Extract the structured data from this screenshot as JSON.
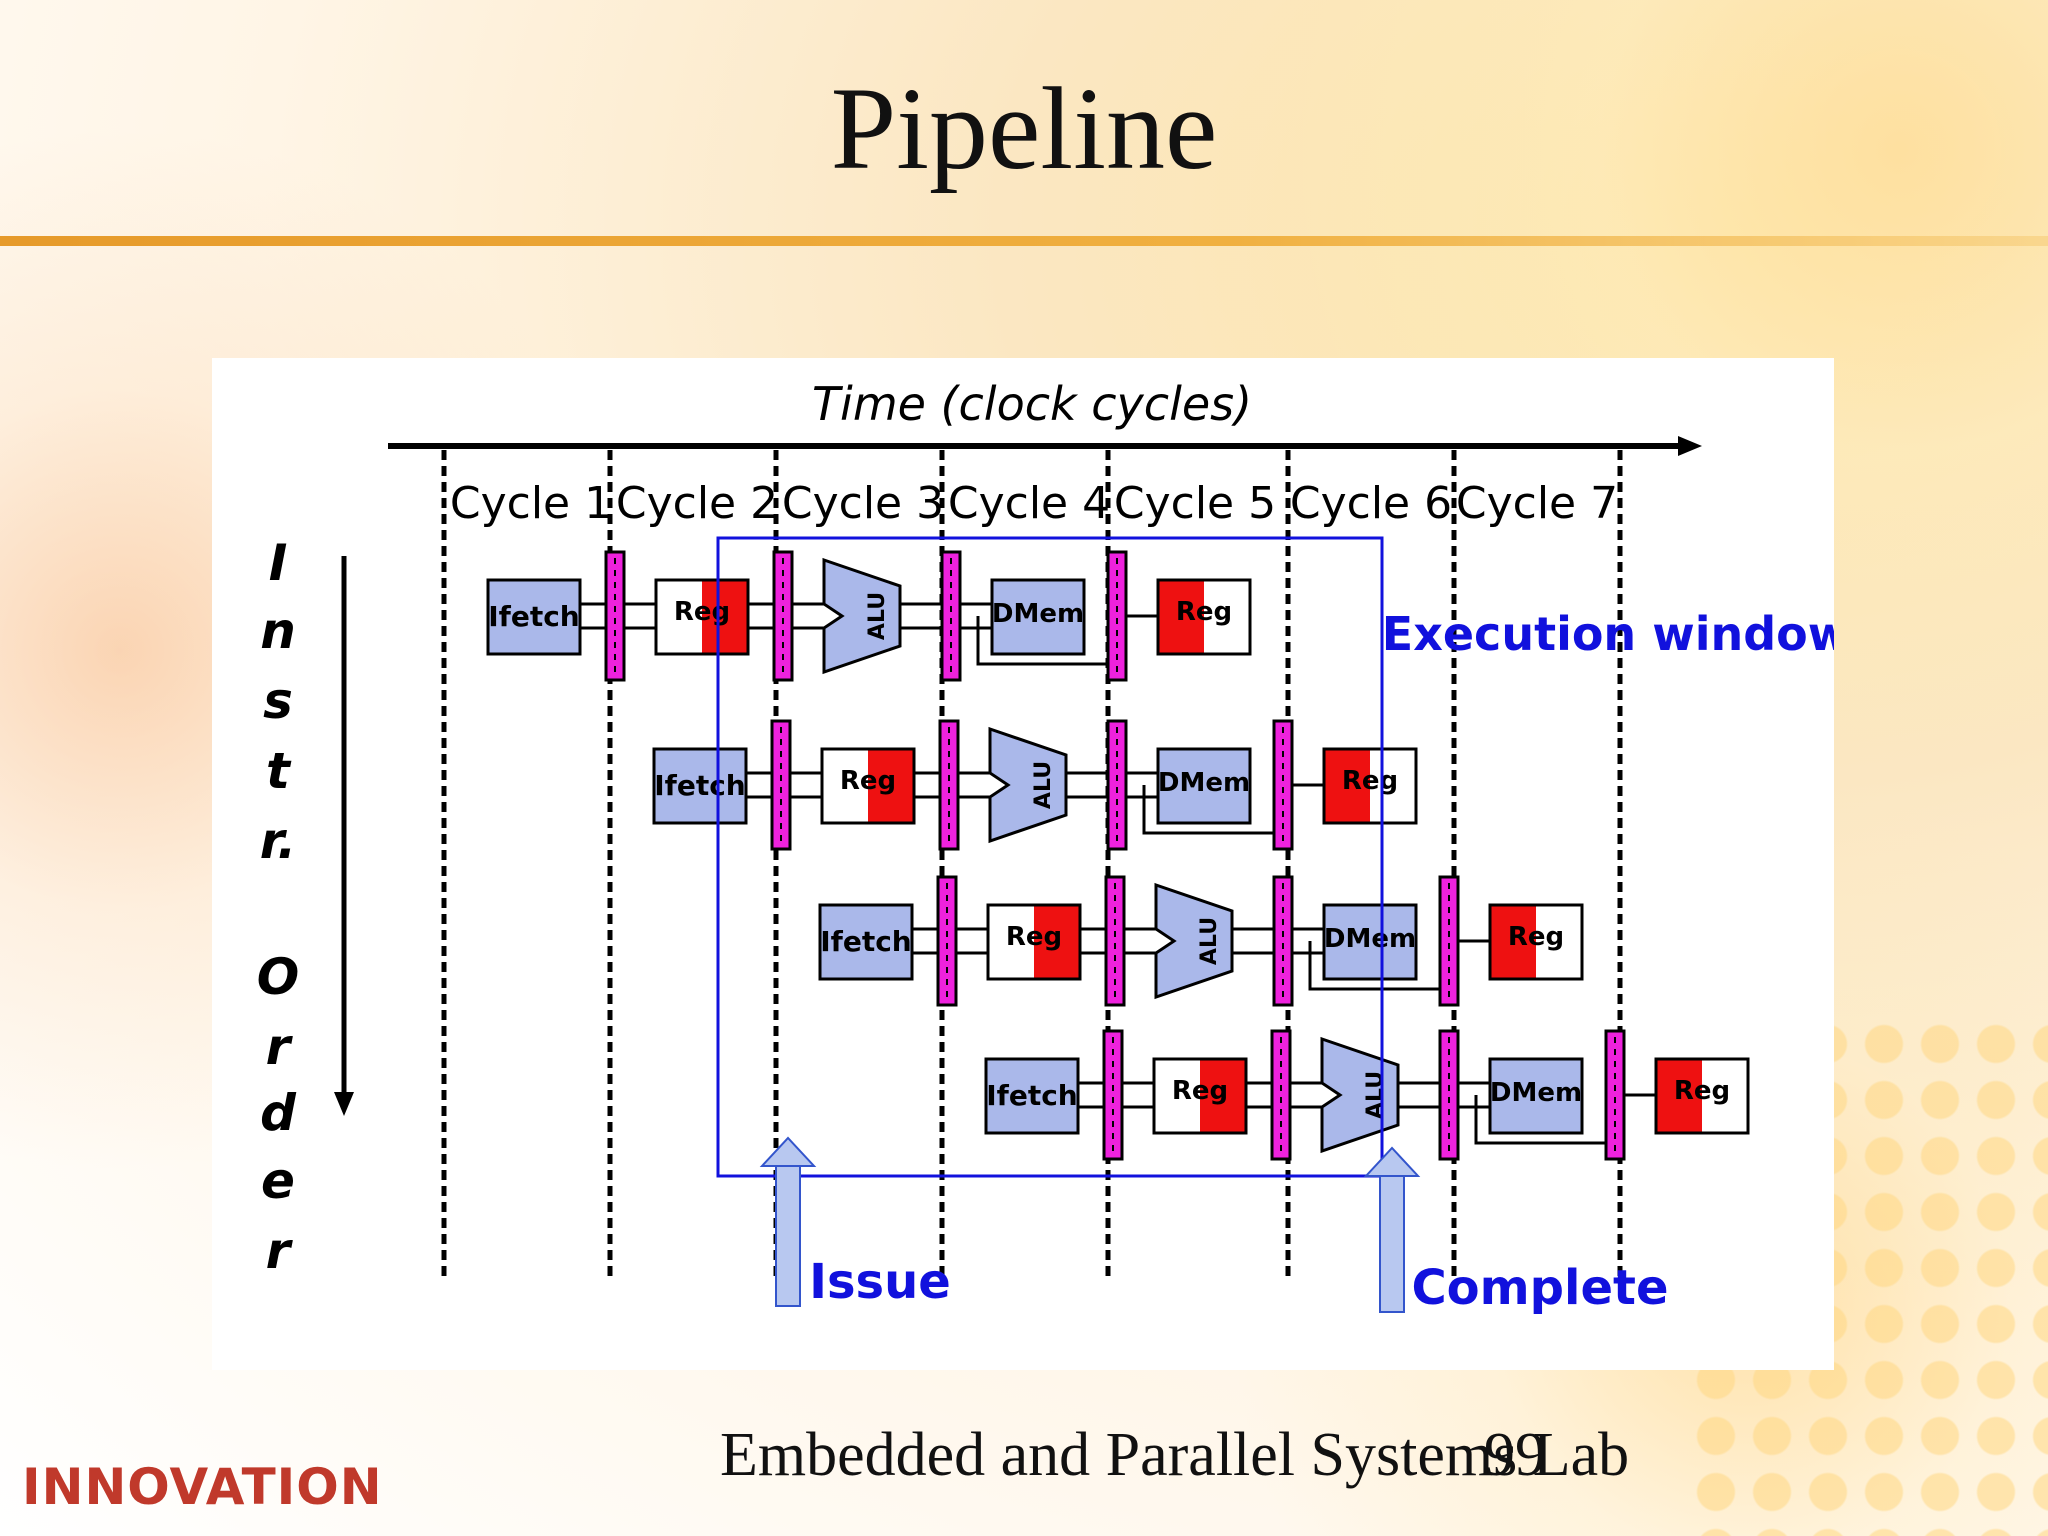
{
  "slide": {
    "title": "Pipeline",
    "footer": "Embedded and Parallel Systems Lab",
    "page_number": "99",
    "logo_text": "INNOVATION"
  },
  "diagram": {
    "time_axis_label": "Time (clock cycles)",
    "cycles": [
      "Cycle 1",
      "Cycle 2",
      "Cycle 3",
      "Cycle 4",
      "Cycle 5",
      "Cycle 6",
      "Cycle 7"
    ],
    "order_axis_label": [
      "I",
      "n",
      "s",
      "t",
      "r.",
      "O",
      "r",
      "d",
      "e",
      "r"
    ],
    "stages": {
      "ifetch": "Ifetch",
      "reg": "Reg",
      "alu": "ALU",
      "dmem": "DMem"
    },
    "instruction_count": 4,
    "execution_window_label": "Execution window",
    "issue_label": "Issue",
    "complete_label": "Complete",
    "colors": {
      "stage_fill": "#aab8ea",
      "reg_red": "#ee1111",
      "pipeline_latch": "#ee22dd",
      "window_blue": "#1111dd",
      "arrow_fill": "#b8c8f0"
    }
  }
}
